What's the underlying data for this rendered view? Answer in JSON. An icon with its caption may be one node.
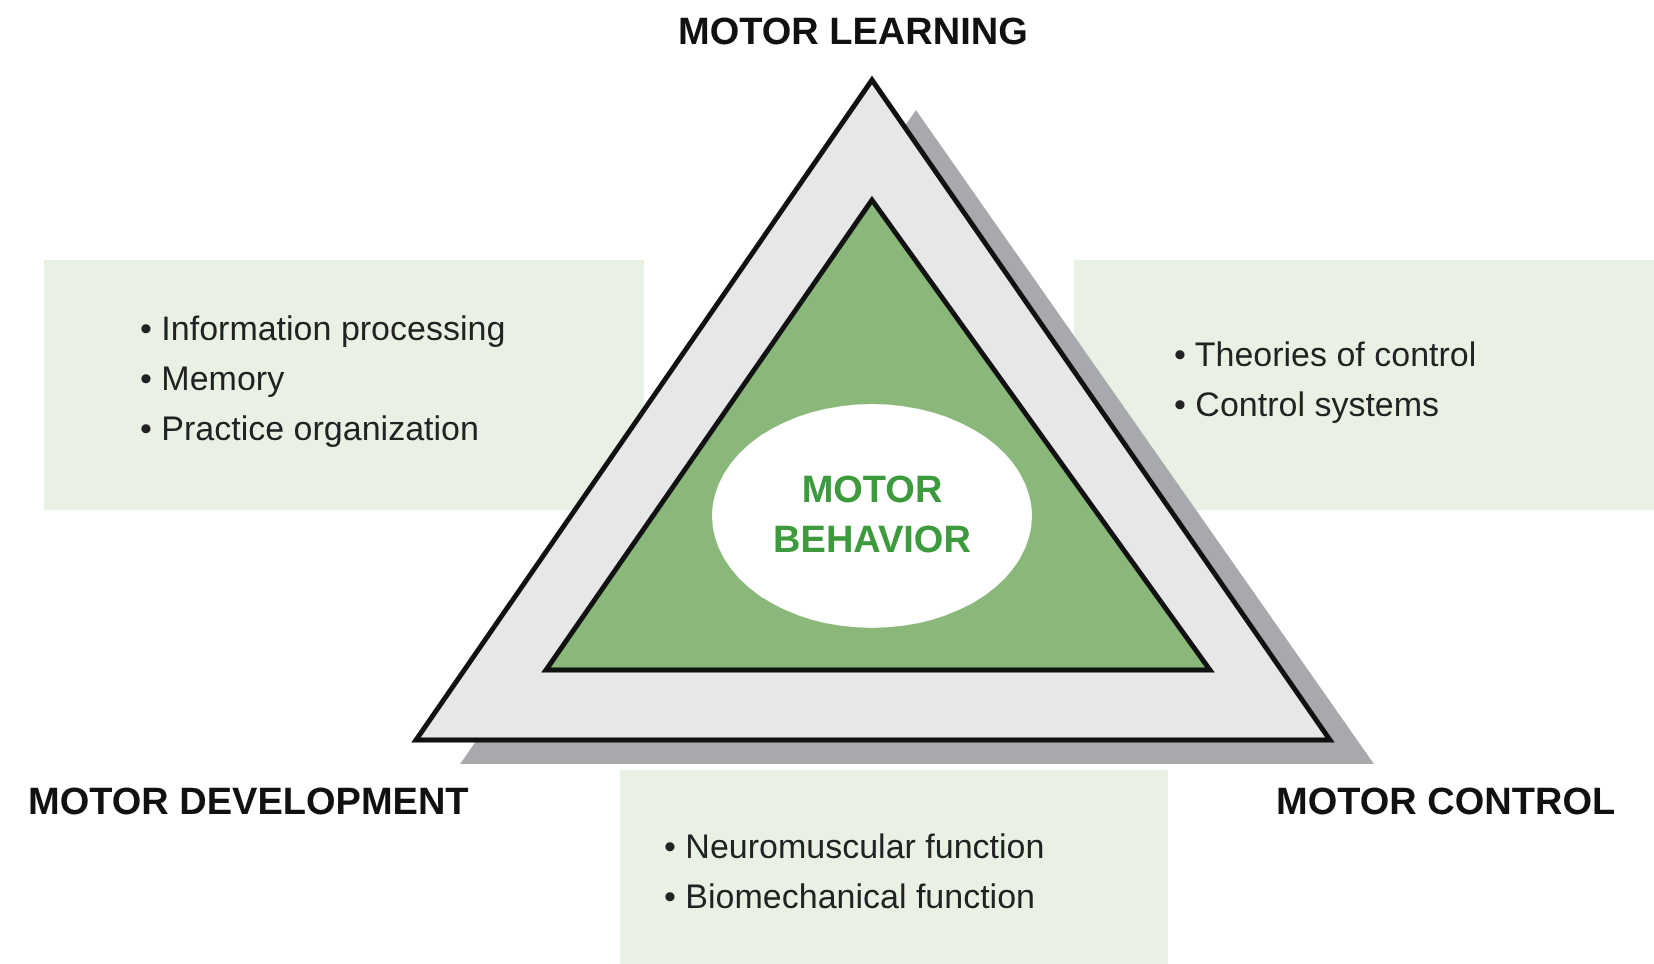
{
  "diagram": {
    "nodes": [
      {
        "text": [],
        "shape": "triangle"
      },
      {
        "text": [],
        "shape": "triangle",
        "in": 0
      },
      {
        "text": [
          "MOTOR BEHAVIOR"
        ],
        "in": 1
      },
      {
        "text": [
          "• Information processing",
          "• Memory",
          "• Practice organization"
        ]
      },
      {
        "text": [
          "• Theories of control",
          "• Control systems"
        ]
      },
      {
        "text": [
          "• Neuromuscular function",
          "• Biomechanical function"
        ]
      }
    ],
    "edges": [],
    "labels": [
      "MOTOR LEARNING",
      "MOTOR DEVELOPMENT",
      "MOTOR CONTROL"
    ]
  }
}
